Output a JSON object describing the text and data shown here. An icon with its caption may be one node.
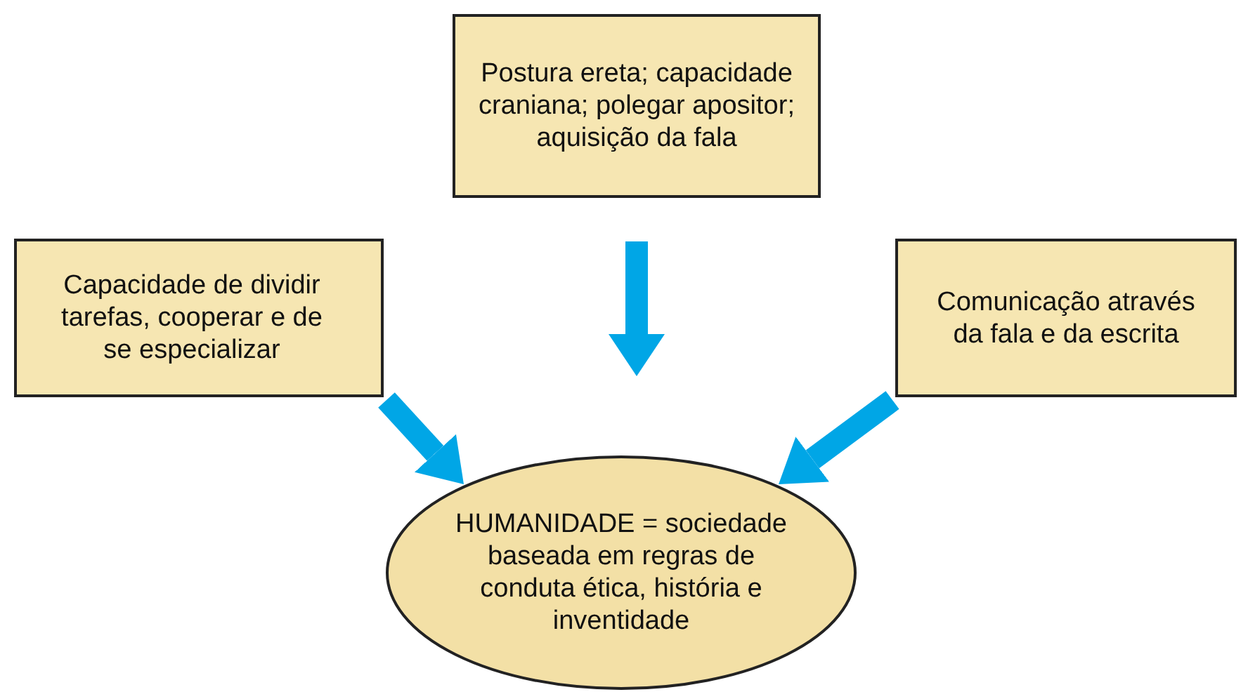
{
  "diagram": {
    "nodes": [
      {
        "text": [
          "Postura ereta; capacidade craniana; polegar apositor; aquisição da fala"
        ]
      },
      {
        "text": [
          "Capacidade de dividir tarefas, cooperar e de se especializar"
        ]
      },
      {
        "text": [
          "Comunicação através da fala e da escrita"
        ]
      },
      {
        "text": [
          "HUMANIDADE =  sociedade baseada em regras de conduta ética, história e inventidade"
        ]
      }
    ],
    "edges": [
      {
        "from": 0,
        "to": 3,
        "arrow": "to"
      },
      {
        "from": 1,
        "to": 3,
        "arrow": "to"
      },
      {
        "from": 2,
        "to": 3,
        "arrow": "to"
      }
    ]
  }
}
